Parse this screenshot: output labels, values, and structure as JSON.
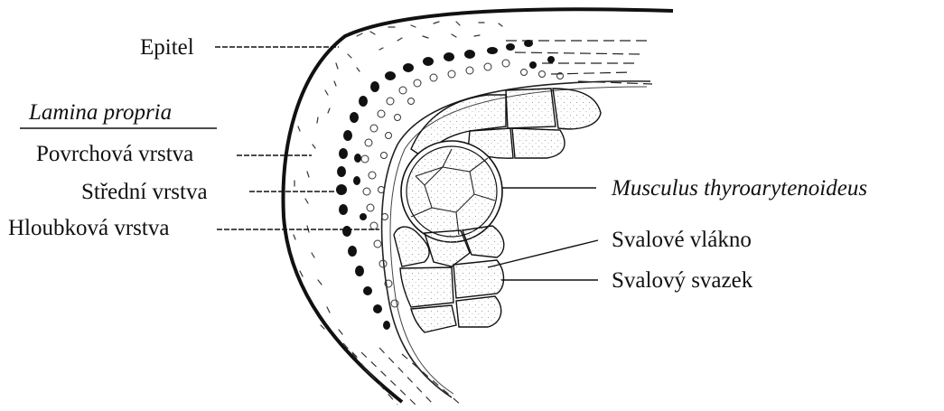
{
  "labels": {
    "epitel": "Epitel",
    "lamina_propria": "Lamina propria",
    "povrchova": "Povrchová vrstva",
    "stredni": "Střední vrstva",
    "hloubkova": "Hloubková vrstva",
    "musculus": "Musculus thyroarytenoideus",
    "vlakno": "Svalové vlákno",
    "svazek": "Svalový svazek"
  },
  "colors": {
    "ink": "#111111",
    "paper": "#ffffff",
    "stipple": "#9a9a9a"
  }
}
